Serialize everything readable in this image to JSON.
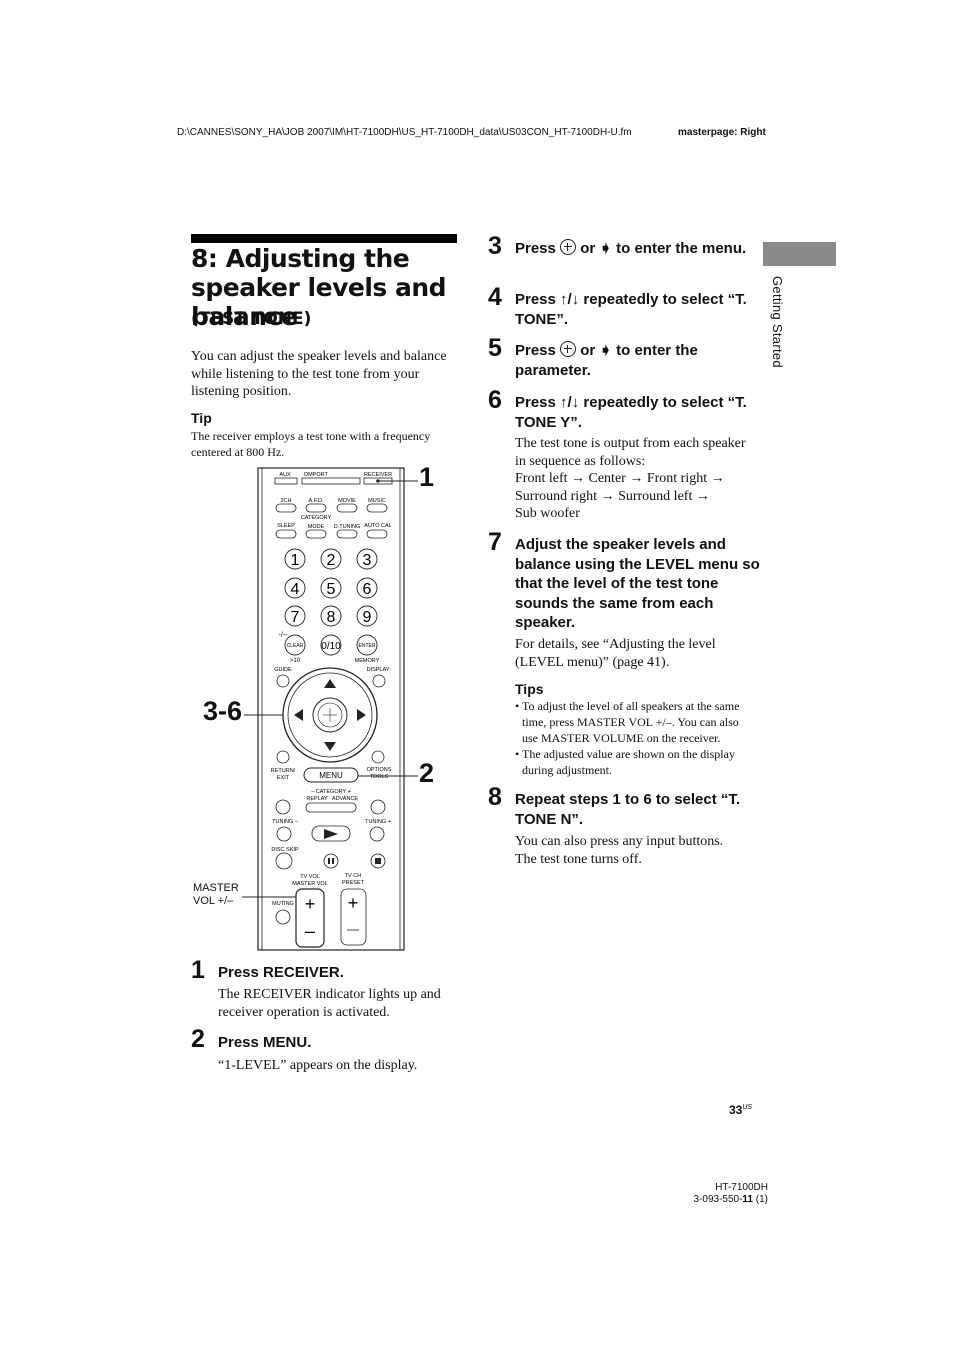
{
  "header": {
    "file_path": "D:\\CANNES\\SONY_HA\\JOB 2007\\IM\\HT-7100DH\\US_HT-7100DH_data\\US03CON_HT-7100DH-U.fm",
    "masterpage": "masterpage: Right"
  },
  "side_tab": {
    "label": "Getting Started"
  },
  "section": {
    "title": "8: Adjusting the speaker levels and balance",
    "subtitle": "(TEST TONE)",
    "intro": "You can adjust the speaker levels and balance while listening to the test tone from your listening position.",
    "tip_heading": "Tip",
    "tip_text": "The receiver employs a test tone with a frequency centered at 800 Hz."
  },
  "figure": {
    "callouts": {
      "c1": "1",
      "c36": "3-6",
      "c2": "2"
    },
    "master_label": "MASTER VOL +/–",
    "remote": {
      "row_top": [
        "AUX",
        "DMPORT",
        "RECEIVER"
      ],
      "row_modes": [
        "2CH",
        "A.F.D.",
        "MOVIE",
        "MUSIC"
      ],
      "category": "CATEGORY",
      "row_sleep": [
        "SLEEP",
        "MODE",
        "D.TUNING",
        "AUTO CAL"
      ],
      "digits": [
        "1",
        "2",
        "3",
        "4",
        "5",
        "6",
        "7",
        "8",
        "9"
      ],
      "clear": "CLEAR",
      "zero": "0/10",
      "enter": "ENTER",
      "dash": "-/--",
      "gt10": ">10",
      "memory": "MEMORY",
      "guide": "GUIDE",
      "display": "DISPLAY",
      "return_exit": "RETURN/ EXIT",
      "options_tools": "OPTIONS TOOLS",
      "menu": "MENU",
      "category_pm": "– CATEGORY +",
      "replay": "REPLAY",
      "advance": "ADVANCE",
      "tuning_minus": "TUNING –",
      "tuning_plus": "TUNING +",
      "disc_skip": "DISC SKIP",
      "tv_vol": "TV VOL",
      "master_vol": "MASTER VOL",
      "tv_ch": "TV CH",
      "preset": "PRESET",
      "muting": "MUTING"
    }
  },
  "steps": [
    {
      "num": "1",
      "pre": "Press RECEIVER.",
      "body": "The RECEIVER indicator lights up and receiver operation is activated."
    },
    {
      "num": "2",
      "pre": "Press MENU.",
      "body": "“1-LEVEL” appears on the display."
    },
    {
      "num": "3",
      "a": "Press",
      "b": "or",
      "c": "to enter the menu."
    },
    {
      "num": "4",
      "a": "Press",
      "c": "repeatedly to select “T. TONE”."
    },
    {
      "num": "5",
      "a": "Press",
      "b": "or",
      "c": "to enter the parameter."
    },
    {
      "num": "6",
      "a": "Press",
      "c": "repeatedly to select “T. TONE Y”.",
      "body_intro": "The test tone is output from each speaker in sequence as follows:",
      "seq": [
        "Front left",
        "Center",
        "Front right",
        "Surround right",
        "Surround left",
        "Sub woofer"
      ]
    },
    {
      "num": "7",
      "pre": "Adjust the speaker levels and balance using the LEVEL menu so that the level of the test tone sounds the same from each speaker.",
      "body": "For details, see “Adjusting the level (LEVEL menu)” (page 41)."
    },
    {
      "num": "8",
      "pre": "Repeat steps 1 to 6 to select “T. TONE N”.",
      "body": "You can also press any input buttons. The test tone turns off."
    }
  ],
  "tips": {
    "heading": "Tips",
    "items": [
      "To adjust the level of all speakers at the same time, press MASTER VOL +/–. You can also use MASTER VOLUME on the receiver.",
      "The adjusted value are shown on the display during adjustment."
    ]
  },
  "footer": {
    "page_number": "33",
    "page_suffix": "US",
    "model": "HT-7100DH",
    "part_prefix": "3-093-550-",
    "part_bold": "11",
    "part_suffix": " (1)"
  }
}
